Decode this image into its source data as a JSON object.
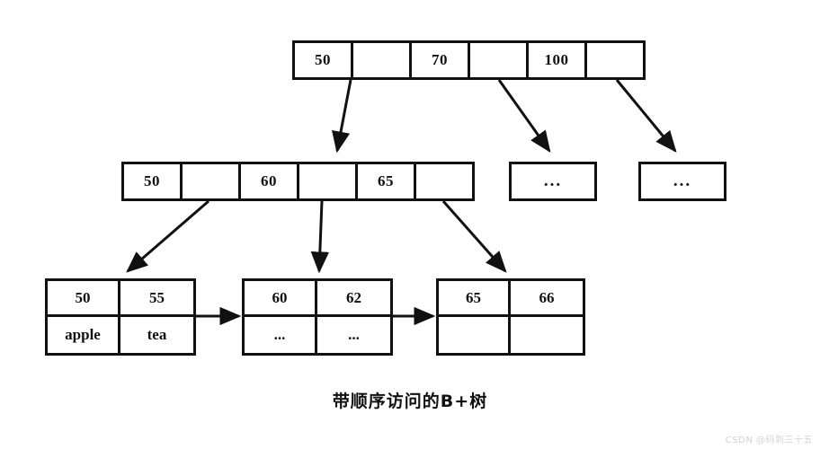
{
  "diagram": {
    "caption": "带顺序访问的B+树",
    "watermark": "CSDN @码到三十五",
    "stroke_color": "#111111",
    "background_color": "#ffffff"
  },
  "root": {
    "label": "root-node",
    "cells": [
      {
        "text": "50",
        "kind": "key"
      },
      {
        "text": "",
        "kind": "pointer"
      },
      {
        "text": "70",
        "kind": "key"
      },
      {
        "text": "",
        "kind": "pointer"
      },
      {
        "text": "100",
        "kind": "key"
      },
      {
        "text": "",
        "kind": "pointer"
      }
    ]
  },
  "internal": {
    "label": "internal-node",
    "cells": [
      {
        "text": "50",
        "kind": "key"
      },
      {
        "text": "",
        "kind": "pointer"
      },
      {
        "text": "60",
        "kind": "key"
      },
      {
        "text": "",
        "kind": "pointer"
      },
      {
        "text": "65",
        "kind": "key"
      },
      {
        "text": "",
        "kind": "pointer"
      }
    ]
  },
  "ellipsis_nodes": [
    {
      "label": "ellipsis-node-1",
      "text": "..."
    },
    {
      "label": "ellipsis-node-2",
      "text": "..."
    }
  ],
  "leaves": [
    {
      "label": "leaf-node-1",
      "keys": [
        "50",
        "55"
      ],
      "values": [
        "apple",
        "tea"
      ]
    },
    {
      "label": "leaf-node-2",
      "keys": [
        "60",
        "62"
      ],
      "values": [
        "...",
        "..."
      ]
    },
    {
      "label": "leaf-node-3",
      "keys": [
        "65",
        "66"
      ],
      "values": [
        "",
        ""
      ]
    }
  ],
  "edges": {
    "root_to_children": [
      {
        "name": "edge-root-to-internal"
      },
      {
        "name": "edge-root-to-ellipsis-1"
      },
      {
        "name": "edge-root-to-ellipsis-2"
      }
    ],
    "internal_to_leaves": [
      {
        "name": "edge-internal-to-leaf-1"
      },
      {
        "name": "edge-internal-to-leaf-2"
      },
      {
        "name": "edge-internal-to-leaf-3"
      }
    ],
    "leaf_links": [
      {
        "name": "leaf-link-1-to-2"
      },
      {
        "name": "leaf-link-2-to-3"
      }
    ]
  }
}
